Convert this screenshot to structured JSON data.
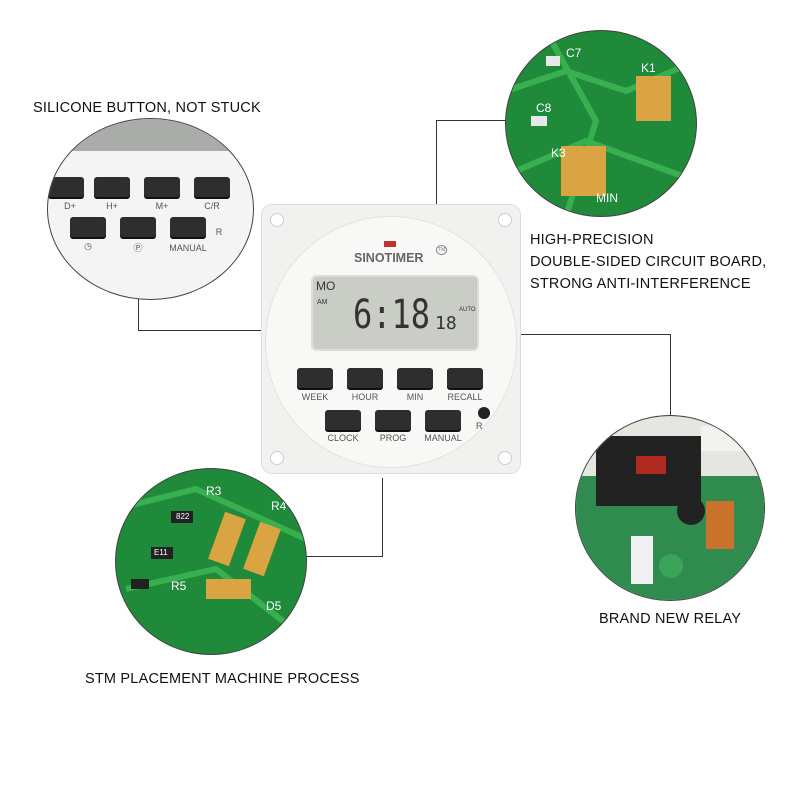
{
  "captions": {
    "silicone": "SILICONE BUTTON, NOT STUCK",
    "circuit_lines": [
      "HIGH-PRECISION",
      "DOUBLE-SIDED CIRCUIT BOARD,",
      "STRONG ANTI-INTERFERENCE"
    ],
    "relay": "BRAND NEW RELAY",
    "stm": "STM PLACEMENT MACHINE PROCESS"
  },
  "device": {
    "brand": "SINOTIMER",
    "tm": "TM",
    "display": {
      "day": "MO",
      "ampm": "AM",
      "time": "6:18",
      "seconds": "18",
      "mode": "AUTO"
    },
    "buttons_row1": [
      "WEEK",
      "HOUR",
      "MIN",
      "RECALL"
    ],
    "buttons_row2": [
      "CLOCK",
      "PROG",
      "MANUAL"
    ],
    "reset_label": "R"
  },
  "zoom_buttons": {
    "row1": [
      "D+",
      "H+",
      "M+",
      "C/R"
    ],
    "row2_icons": [
      "clock-icon",
      "p-circle-icon"
    ],
    "manual": "MANUAL",
    "reset": "R"
  },
  "pcb_labels": {
    "top": [
      "C7",
      "K1",
      "C8",
      "K3",
      "MIN"
    ],
    "bottom": [
      "R3",
      "R5",
      "D5",
      "R4",
      "822",
      "E11"
    ]
  },
  "colors": {
    "pcb": "#1f8a3a",
    "pad": "#d9a441",
    "button": "#2e2e2e",
    "lcd": "#c9cdc6"
  }
}
